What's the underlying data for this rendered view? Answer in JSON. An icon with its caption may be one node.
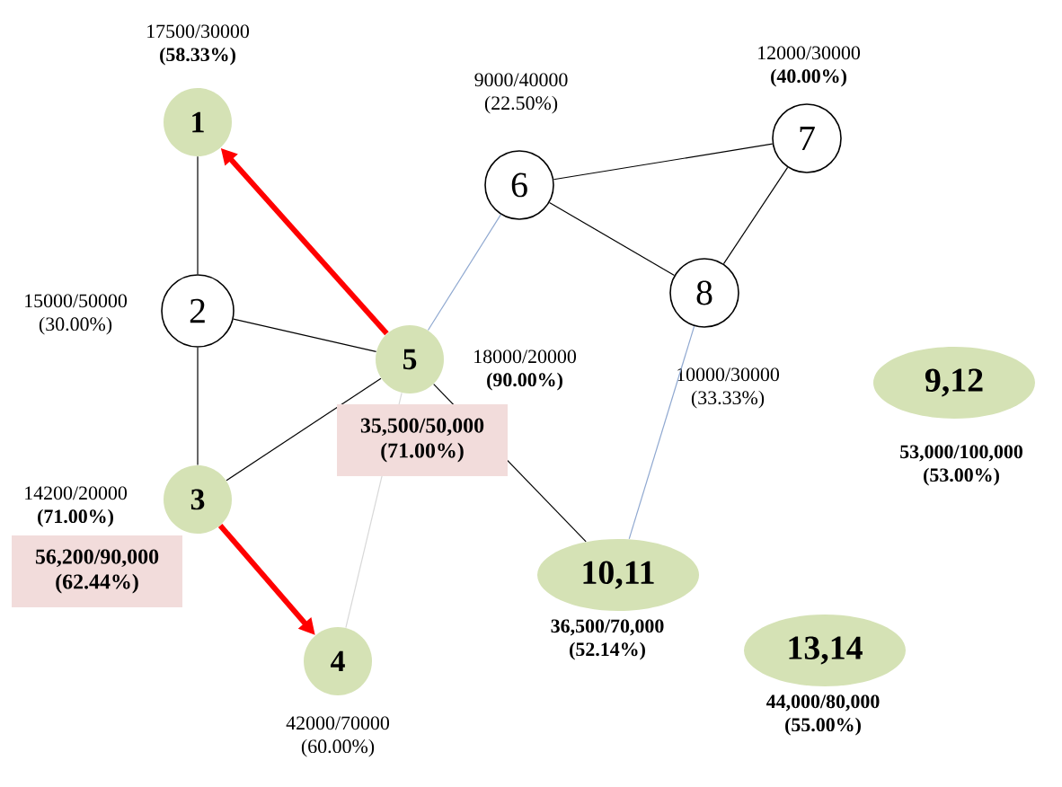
{
  "diagram": {
    "nodes": [
      {
        "text": [
          "1"
        ],
        "beside": [
          "17500/30000 **(58.33%)**"
        ]
      },
      {
        "text": [
          "2"
        ],
        "beside": [
          "15000/50000 (30.00%)"
        ]
      },
      {
        "text": [
          "3"
        ],
        "beside": [
          "14200/20000 **(71.00%)**"
        ]
      },
      {
        "text": [
          "4"
        ],
        "beside": [
          "42000/70000 (60.00%)"
        ]
      },
      {
        "text": [
          "5"
        ],
        "beside": [
          "18000/20000 **(90.00%)**"
        ]
      },
      {
        "text": [
          "6"
        ],
        "beside": [
          "9000/40000 (22.50%)"
        ]
      },
      {
        "text": [
          "7"
        ],
        "beside": [
          "12000/30000 **(40.00%)**"
        ]
      },
      {
        "text": [
          "8"
        ],
        "beside": [
          "10000/30000 (33.33%)"
        ]
      },
      {
        "text": [
          "9,12"
        ],
        "beside": [
          "53,000/100,000 (53.00%)"
        ]
      },
      {
        "text": [
          "10,11"
        ],
        "beside": [
          "36,500/70,000 (52.14%)"
        ]
      },
      {
        "text": [
          "13,14"
        ],
        "beside": [
          "44,000/80,000 (55.00%)"
        ]
      }
    ],
    "edges": [
      {
        "from": 0,
        "to": 1,
        "arrow": "none"
      },
      {
        "from": 1,
        "to": 2,
        "arrow": "none"
      },
      {
        "from": 1,
        "to": 4,
        "arrow": "none"
      },
      {
        "from": 2,
        "to": 4,
        "arrow": "none"
      },
      {
        "from": 4,
        "to": 0,
        "arrow": "to",
        "style": "thick",
        "color": "#ff0000"
      },
      {
        "from": 2,
        "to": 3,
        "arrow": "to",
        "style": "thick",
        "color": "#ff0000"
      },
      {
        "from": 4,
        "to": 5,
        "arrow": "none",
        "color": "#8fa8d0"
      },
      {
        "from": 4,
        "to": 3,
        "arrow": "none",
        "color": "#d8d8d8"
      },
      {
        "from": 4,
        "to": 9,
        "arrow": "none"
      },
      {
        "from": 5,
        "to": 6,
        "arrow": "none"
      },
      {
        "from": 5,
        "to": 7,
        "arrow": "none"
      },
      {
        "from": 6,
        "to": 7,
        "arrow": "none"
      },
      {
        "from": 7,
        "to": 9,
        "arrow": "none",
        "color": "#8fa8d0"
      }
    ],
    "labels": [
      "35,500/50,000 (71.00%)",
      "56,200/90,000 (62.44%)"
    ]
  }
}
